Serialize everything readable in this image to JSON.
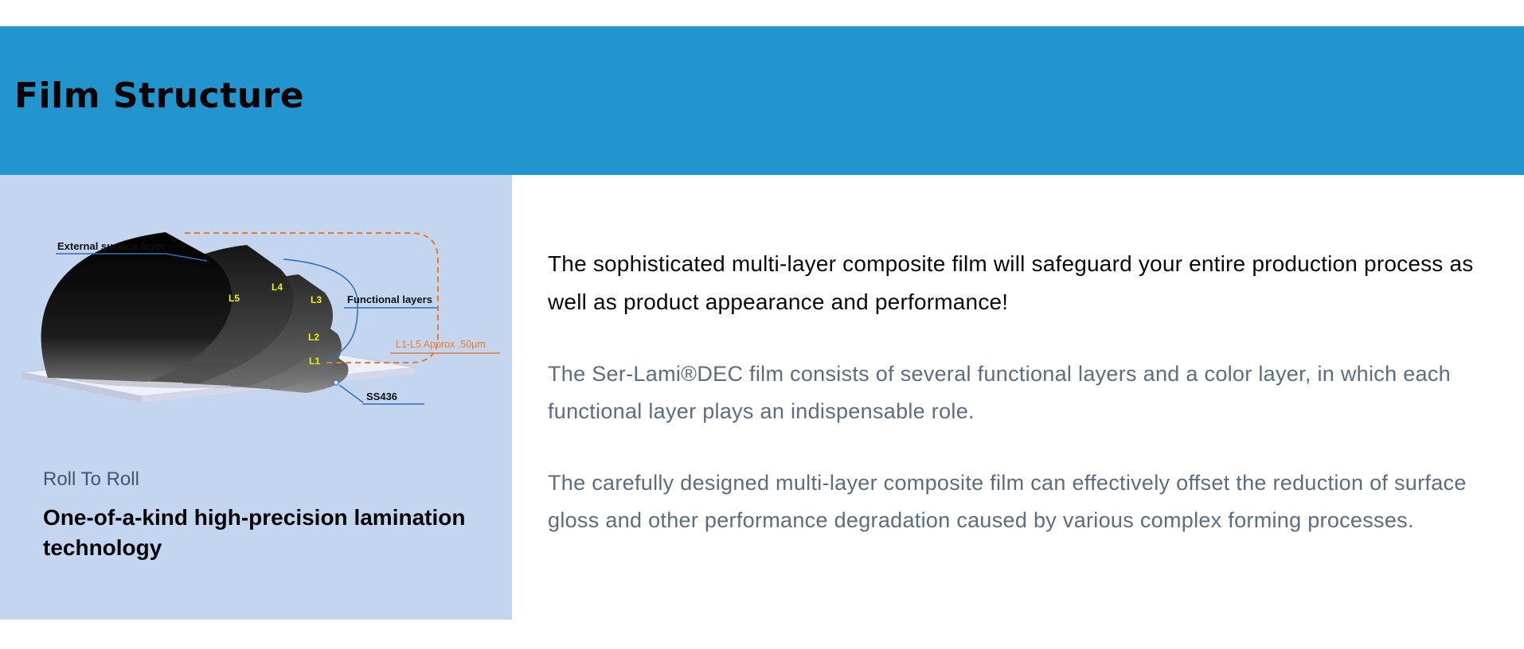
{
  "banner": {
    "title": "Film Structure"
  },
  "diagram": {
    "labels": {
      "external_surface_layer": "External surface layer",
      "l5": "L5",
      "l4": "L4",
      "l3": "L3",
      "l2": "L2",
      "l1": "L1",
      "functional_layers": "Functional layers",
      "thickness_note": "L1-L5 Approx .50μm",
      "substrate": "SS436"
    },
    "caption_line1": "Roll To Roll",
    "caption_line2": "One-of-a-kind high-precision lamination technology"
  },
  "content": {
    "headline": "The sophisticated multi-layer composite film will safeguard your entire production process as well as product appearance and performance!",
    "paragraphs": [
      "The Ser-Lami®DEC film consists of several functional layers and a color layer, in which each functional layer plays an indispensable role.",
      "The carefully designed multi-layer composite film can effectively offset the reduction of surface gloss and other performance degradation caused by various complex forming processes."
    ]
  },
  "colors": {
    "banner_blue": "#2295ce",
    "panel_blue": "#c4d5f0",
    "accent_orange": "#e87a2e",
    "label_yellow": "#f0ee0c",
    "leader_blue": "#2f6fb5",
    "body_gray": "#5b6d82"
  }
}
